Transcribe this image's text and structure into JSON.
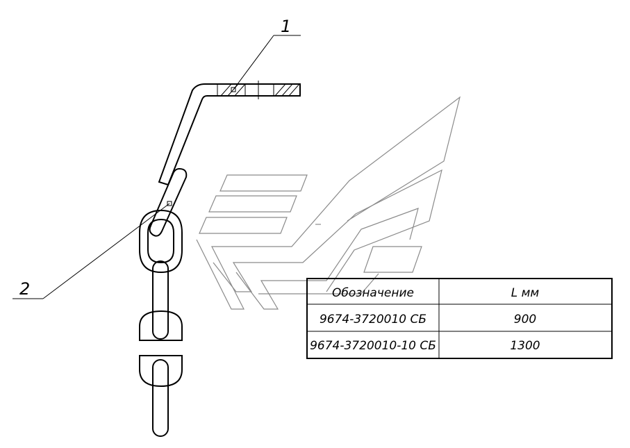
{
  "callouts": [
    {
      "id": "1",
      "label": "1"
    },
    {
      "id": "2",
      "label": "2"
    }
  ],
  "spec_table": {
    "headers": [
      "Обозначение",
      "L мм"
    ],
    "rows": [
      [
        "9674-3720010 СБ",
        "900"
      ],
      [
        "9674-3720010-10 СБ",
        "1300"
      ]
    ]
  },
  "colors": {
    "line": "#000000",
    "watermark": "#8a8a8a"
  }
}
